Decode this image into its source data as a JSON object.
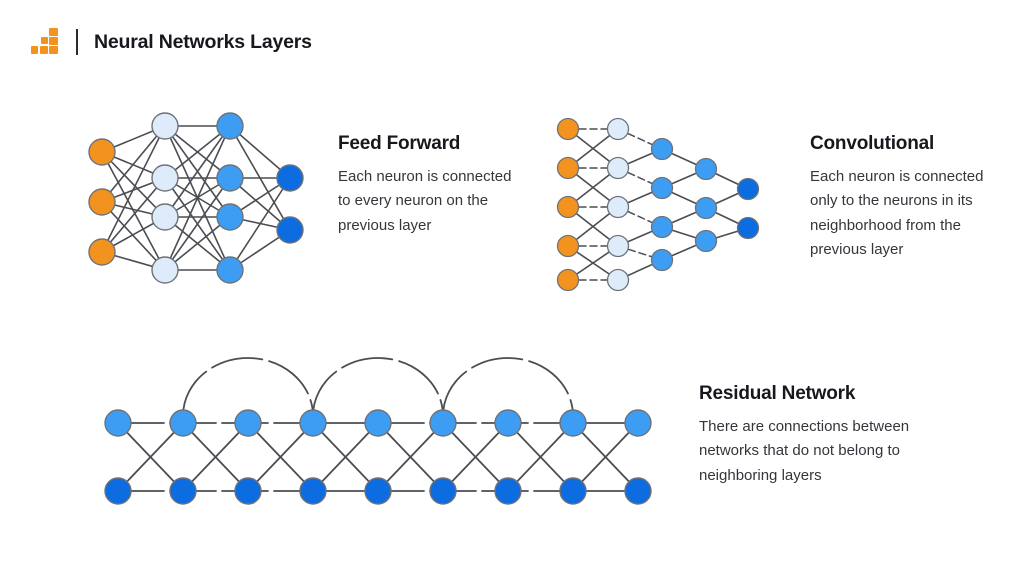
{
  "header": {
    "title": "Neural Networks Layers",
    "logo_icon": "bar-chart-staircase-icon",
    "divider_icon": "vertical-divider"
  },
  "palette": {
    "orange": "#F3931F",
    "pale_blue": "#DDEBFA",
    "medium_blue": "#3C9DF2",
    "dark_blue": "#0C6CE0",
    "node_stroke": "#6E7278",
    "edge": "#4A4D52",
    "title_color": "#16181d",
    "body_color": "#33363b",
    "background": "#FFFFFF"
  },
  "sections": [
    {
      "id": "feedforward",
      "title": "Feed Forward",
      "body": "Each neuron is connected to every neuron on the previous layer",
      "diagram": {
        "type": "fully-connected-network",
        "layers": [
          {
            "name": "input",
            "color": "orange",
            "count": 3
          },
          {
            "name": "hidden1",
            "color": "pale_blue",
            "count": 4
          },
          {
            "name": "hidden2",
            "color": "medium_blue",
            "count": 4
          },
          {
            "name": "output",
            "color": "dark_blue",
            "count": 2
          }
        ],
        "connection_style": "all-to-all-solid"
      }
    },
    {
      "id": "convolutional",
      "title": "Convolutional",
      "body": "Each neuron is connected only to the neurons in its neighborhood from the previous layer",
      "diagram": {
        "type": "local-receptive-field-network",
        "layers": [
          {
            "name": "input",
            "color": "orange",
            "count": 5
          },
          {
            "name": "conv1",
            "color": "pale_blue",
            "count": 5
          },
          {
            "name": "conv2",
            "color": "medium_blue",
            "count": 4
          },
          {
            "name": "conv3",
            "color": "medium_blue",
            "count": 3
          },
          {
            "name": "output",
            "color": "dark_blue",
            "count": 2
          }
        ],
        "connection_style": "local-neighborhood-dashed-and-solid"
      }
    },
    {
      "id": "residual",
      "title": "Residual Network",
      "body": "There are connections between networks that do not belong to neighboring layers",
      "diagram": {
        "type": "residual-network",
        "rows": [
          {
            "name": "top",
            "color": "medium_blue",
            "count": 9
          },
          {
            "name": "bottom",
            "color": "dark_blue",
            "count": 9
          }
        ],
        "skip_arcs": [
          {
            "from_index": 1,
            "to_index": 3
          },
          {
            "from_index": 3,
            "to_index": 5
          },
          {
            "from_index": 5,
            "to_index": 7
          }
        ],
        "connection_style": "horizontal-plus-cross-plus-skip-arcs"
      }
    }
  ]
}
